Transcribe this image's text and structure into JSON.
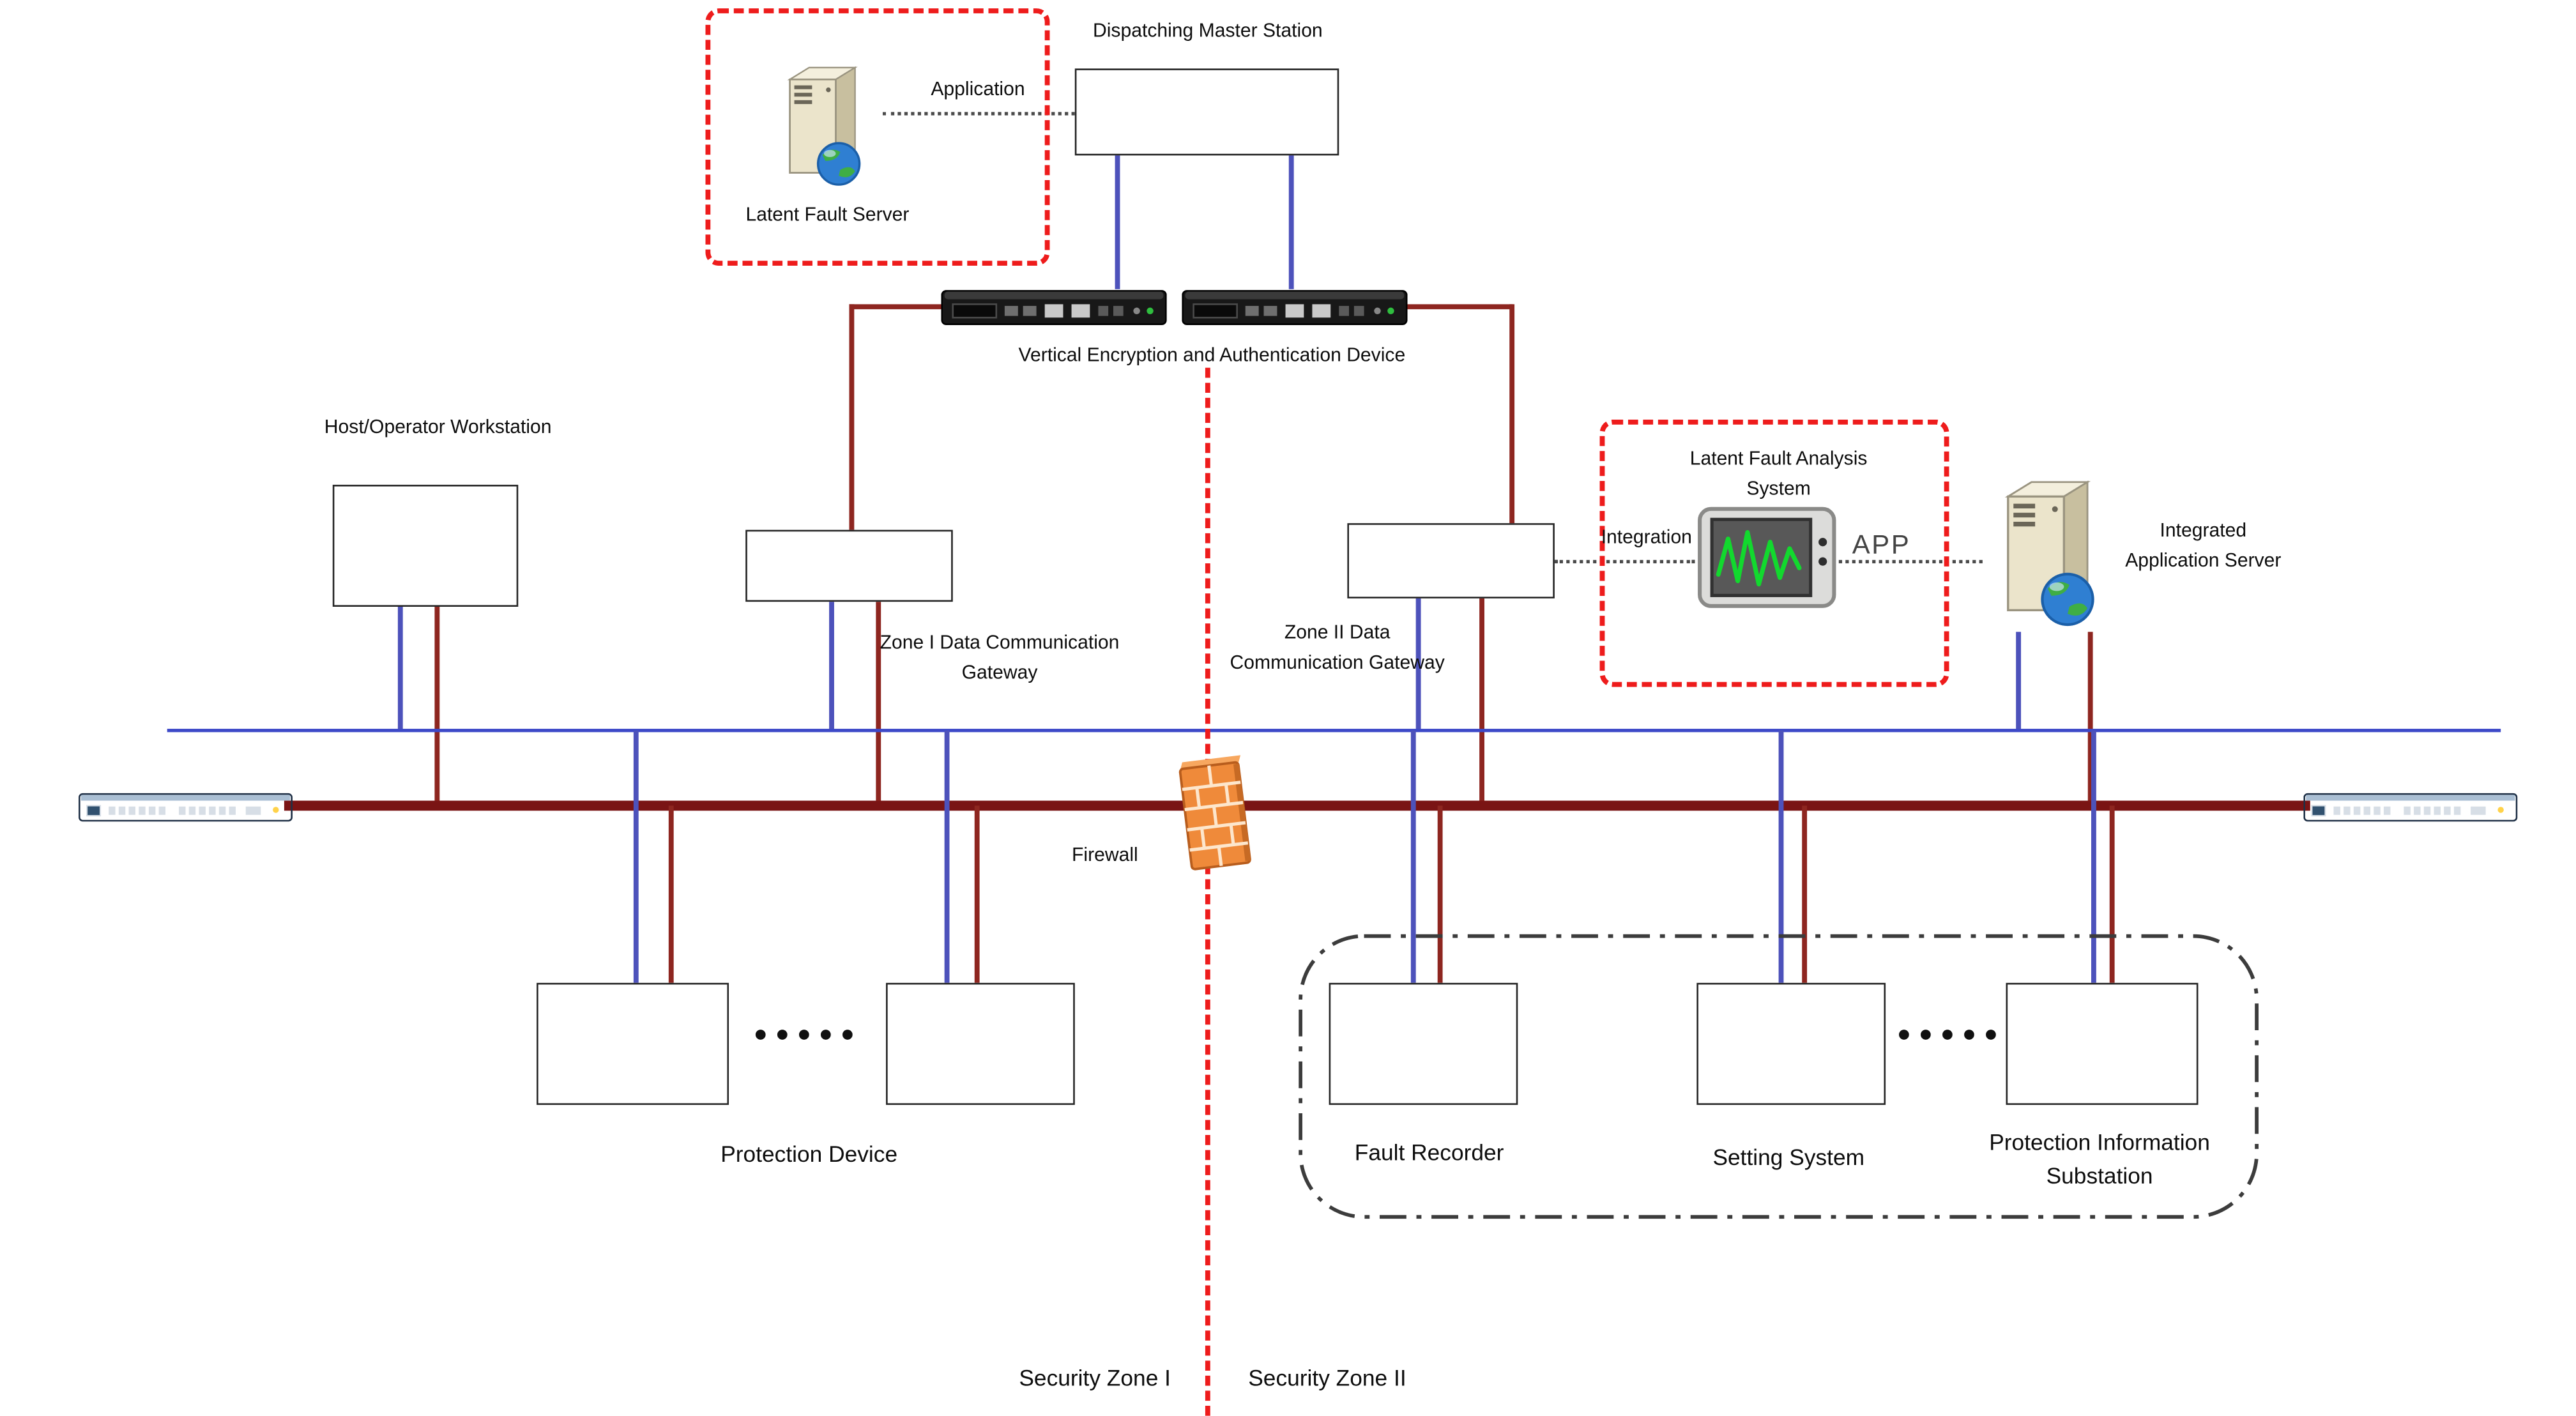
{
  "colors": {
    "security_dash_red": "#ee1c1c",
    "dark_red_line": "#8e2620",
    "red_bus": "#7a1414",
    "blue_line": "#4d52bb",
    "blue_bus": "#3d49c8",
    "firewall_orange": "#ef8a3a",
    "box_border": "#262626"
  },
  "icons": {
    "server": "tower-server-with-globe",
    "monitor": "waveform-monitor",
    "encryption_device": "rack-encryption-unit",
    "switch": "ethernet-switch",
    "firewall": "brick-wall"
  },
  "master_station": {
    "title": "Dispatching Master Station",
    "application_link": "Application",
    "latent_fault_server": "Latent Fault Server"
  },
  "encryption": {
    "label": "Vertical Encryption and Authentication Device"
  },
  "zone1": {
    "host_workstation": "Host/Operator Workstation",
    "gateway_line1": "Zone I Data Communication",
    "gateway_line2": "Gateway",
    "protection_device": "Protection Device",
    "security_label": "Security Zone I"
  },
  "zone2": {
    "gateway_line1": "Zone II Data",
    "gateway_line2": "Communication Gateway",
    "analysis_line1": "Latent Fault Analysis",
    "analysis_line2": "System",
    "integration_link": "Integration",
    "app": "APP",
    "server_line1": "Integrated",
    "server_line2": "Application Server",
    "fault_recorder": "Fault Recorder",
    "setting_system": "Setting System",
    "pis_line1": "Protection Information",
    "pis_line2": "Substation",
    "security_label": "Security Zone II"
  },
  "firewall": {
    "label": "Firewall"
  }
}
